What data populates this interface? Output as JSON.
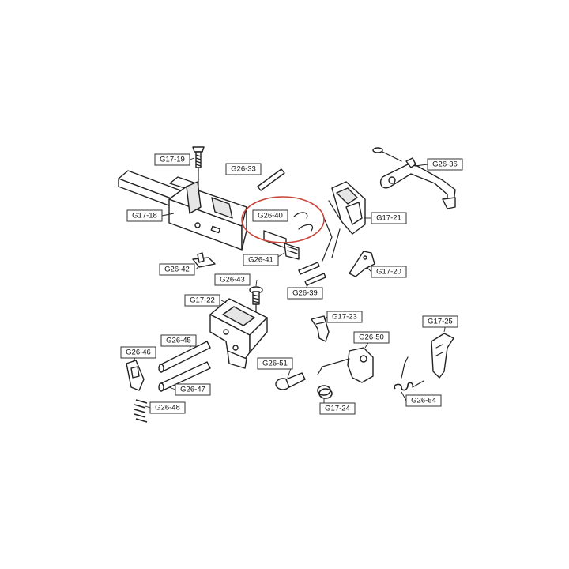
{
  "diagram": {
    "highlight_color": "#c8453a",
    "labels": {
      "g17_19": "G17-19",
      "g26_33": "G26-33",
      "g26_36": "G26-36",
      "g17_18": "G17-18",
      "g26_40": "G26-40",
      "g17_21": "G17-21",
      "g26_41": "G26-41",
      "g26_42": "G26-42",
      "g17_20": "G17-20",
      "g26_43": "G26-43",
      "g26_39": "G26-39",
      "g17_22": "G17-22",
      "g17_23": "G17-23",
      "g17_25": "G17-25",
      "g26_45": "G26-45",
      "g26_50": "G26-50",
      "g26_46": "G26-46",
      "g26_51": "G26-51",
      "g26_47": "G26-47",
      "g26_54": "G26-54",
      "g26_48": "G26-48",
      "g17_24": "G17-24"
    }
  }
}
